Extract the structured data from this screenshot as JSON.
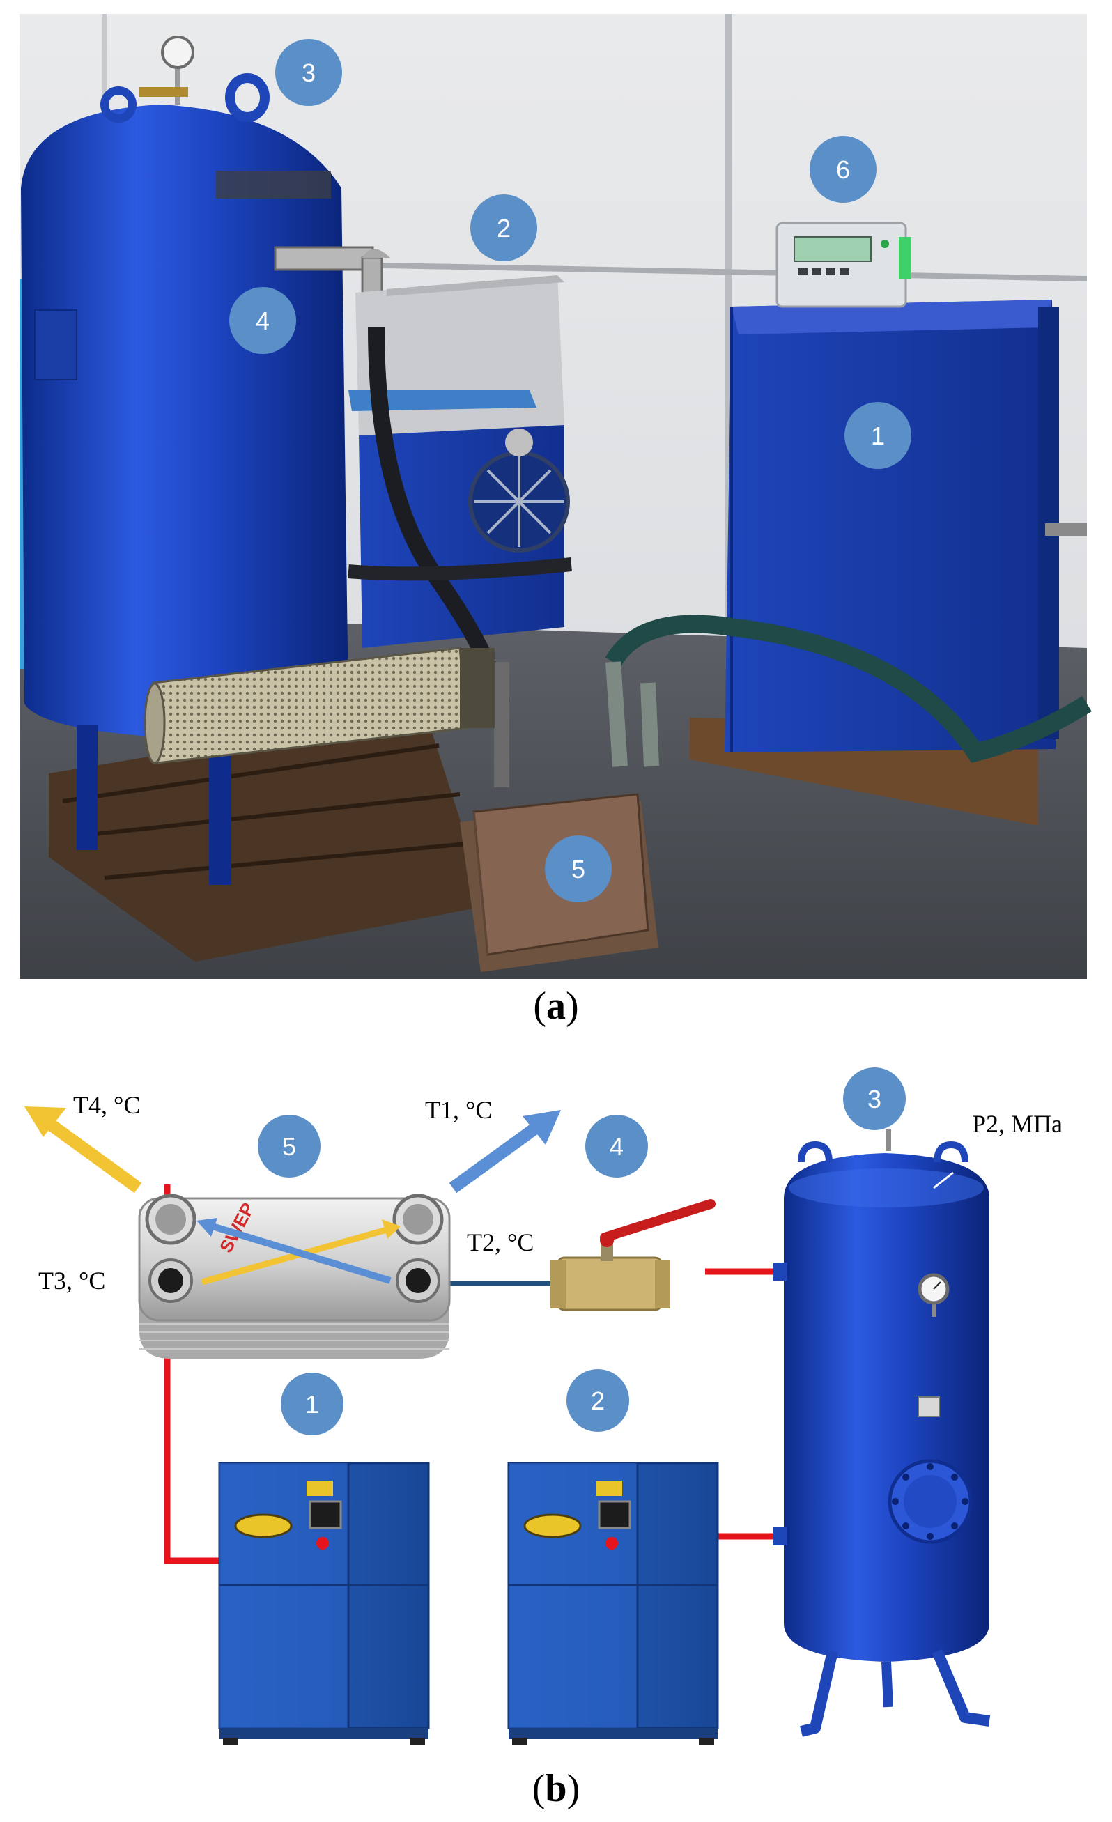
{
  "colors": {
    "badge": "#5b8fc8",
    "badge_text": "#ffffff",
    "equipment_blue": "#1f46b8",
    "pipe_red": "#e8141b",
    "pipe_dark_blue": "#1f4f7a",
    "arrow_blue": "#5a8fd6",
    "arrow_yellow": "#f2c433"
  },
  "panel_a": {
    "caption_letter": "a",
    "badges": [
      "1",
      "2",
      "3",
      "4",
      "5",
      "6"
    ],
    "controller_icon": "control-panel-icon"
  },
  "panel_b": {
    "caption_letter": "b",
    "badges": [
      "1",
      "2",
      "3",
      "4",
      "5"
    ],
    "labels": {
      "t1": "T1, °C",
      "t2": "T2, °C",
      "t3": "T3, °C",
      "t4": "T4, °C",
      "p2": "P2, МПа"
    },
    "heat_exchanger_brand": "SWEP"
  }
}
